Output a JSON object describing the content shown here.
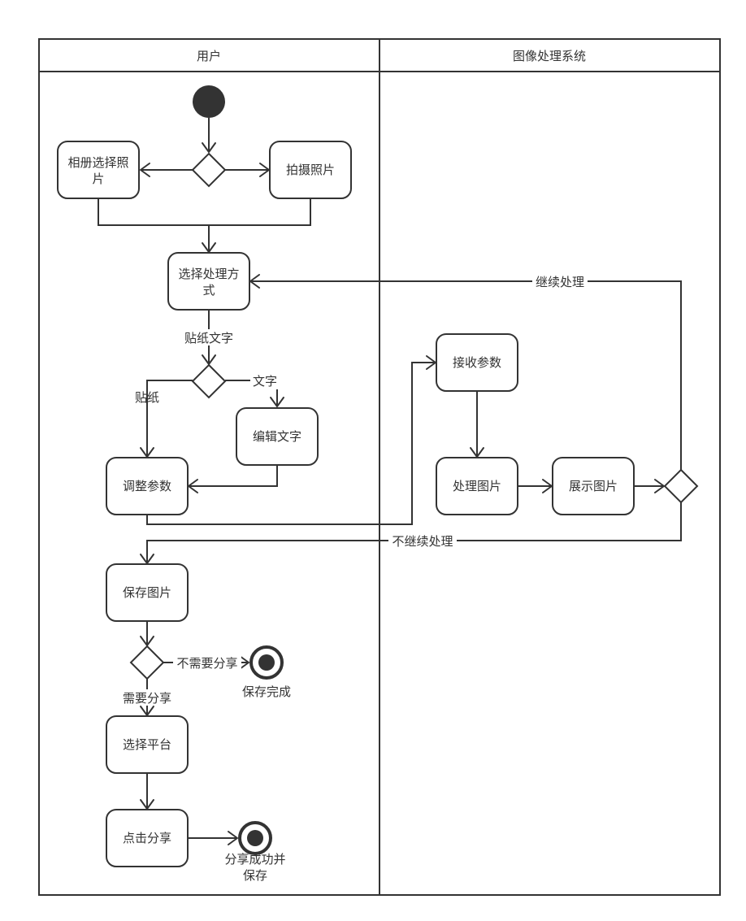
{
  "lanes": {
    "user": "用户",
    "system": "图像处理系统"
  },
  "nodes": {
    "album": [
      "相册选择照",
      "片"
    ],
    "photo": [
      "拍摄照片"
    ],
    "select_method": [
      "选择处理方",
      "式"
    ],
    "edit_text": [
      "编辑文字"
    ],
    "adjust": [
      "调整参数"
    ],
    "receive": [
      "接收参数"
    ],
    "process": [
      "处理图片"
    ],
    "show": [
      "展示图片"
    ],
    "save": [
      "保存图片"
    ],
    "platform": [
      "选择平台"
    ],
    "share": [
      "点击分享"
    ]
  },
  "labels": {
    "sticker_text": "贴纸文字",
    "text": "文字",
    "sticker": "贴纸",
    "continue": "继续处理",
    "not_continue": "不继续处理",
    "no_share": "不需要分享",
    "need_share": "需要分享",
    "save_done": "保存完成",
    "share_done": [
      "分享成功并",
      "保存"
    ]
  },
  "colors": {
    "stroke": "#333333",
    "fill": "#ffffff",
    "start": "#333333"
  }
}
